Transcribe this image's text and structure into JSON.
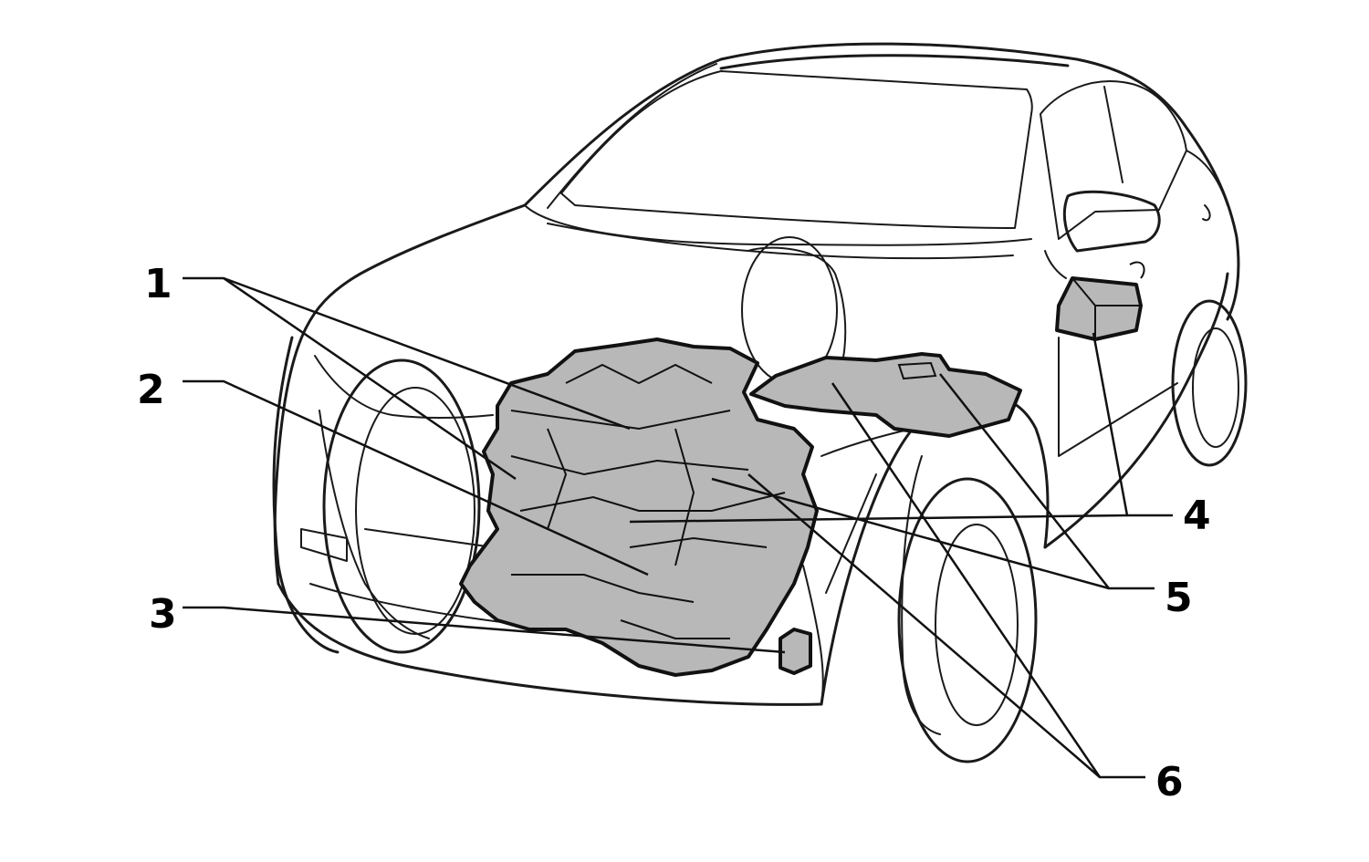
{
  "diagram": {
    "callouts": [
      {
        "id": "1",
        "label": "1"
      },
      {
        "id": "2",
        "label": "2"
      },
      {
        "id": "3",
        "label": "3"
      },
      {
        "id": "4",
        "label": "4"
      },
      {
        "id": "5",
        "label": "5"
      },
      {
        "id": "6",
        "label": "6"
      }
    ],
    "colors": {
      "component_fill": "#b8b8b8",
      "line": "#111111",
      "background": "#ffffff"
    }
  }
}
